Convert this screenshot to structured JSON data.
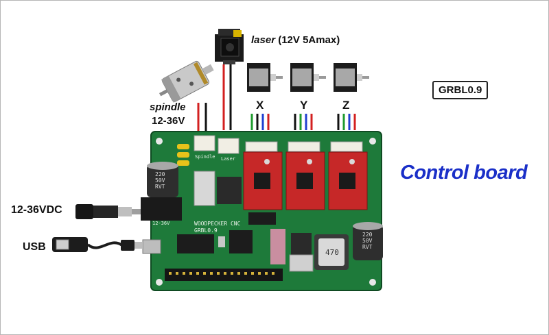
{
  "labels": {
    "laser_word": "laser",
    "laser_spec": "(12V 5Amax)",
    "spindle": "spindle",
    "spindle_voltage": "12-36V",
    "axis_x": "X",
    "axis_y": "Y",
    "axis_z": "Z",
    "firmware": "GRBL0.9",
    "title": "Control board",
    "power_input": "12-36VDC",
    "usb": "USB"
  },
  "board_silkscreen": {
    "brand": "WOODPECKER CNC",
    "firmware": "GRBL0.9",
    "spindle_header": "Spindle",
    "laser_header": "Laser",
    "cap_left": [
      "220",
      "50V",
      "RVT"
    ],
    "cap_right": [
      "220",
      "50V",
      "RVT"
    ],
    "inductor": "470",
    "voltage_tag": "12-36V"
  },
  "colors": {
    "board": "#1e7a3a",
    "driver": "#c62828",
    "title_blue": "#1a2fc8",
    "wire_red": "#d32020",
    "wire_black": "#111111",
    "wire_green": "#1f9b2e",
    "wire_blue": "#1f3fd0"
  },
  "icons": [
    "laser-module-icon",
    "spindle-motor-icon",
    "stepper-motor-icon",
    "dc-jack-plug-icon",
    "usb-cable-icon"
  ]
}
